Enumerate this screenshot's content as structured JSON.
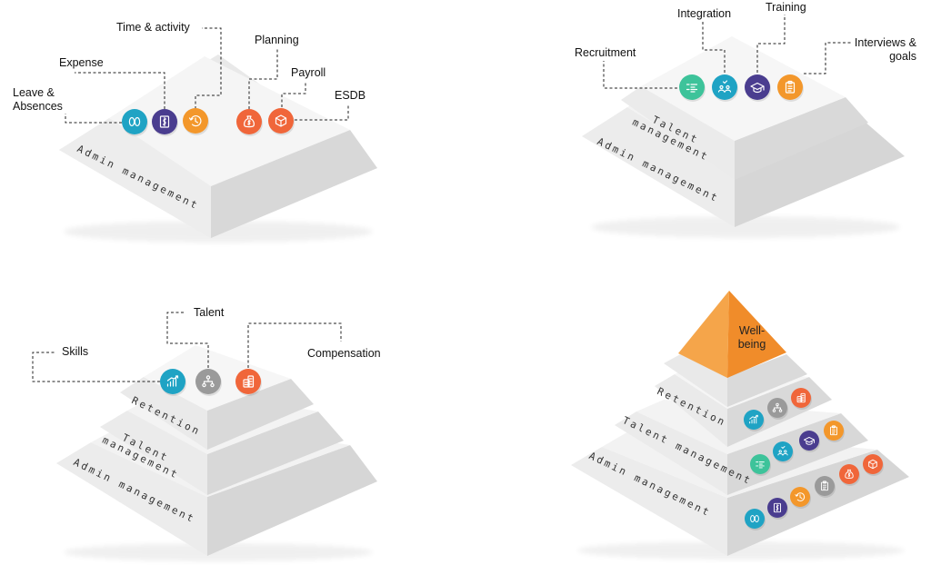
{
  "panel1": {
    "callouts": {
      "time_activity": "Time & activity",
      "expense": "Expense",
      "planning": "Planning",
      "payroll": "Payroll",
      "leave": "Leave &\nAbsences",
      "esdb": "ESDB"
    },
    "layer": "Admin management"
  },
  "panel2": {
    "callouts": {
      "integration": "Integration",
      "training": "Training",
      "recruitment": "Recruitment",
      "interviews": "Interviews &\ngoals"
    },
    "layer_talent": "Talent\nmanagement",
    "layer_admin": "Admin management"
  },
  "panel3": {
    "callouts": {
      "talent": "Talent",
      "skills": "Skills",
      "compensation": "Compensation"
    },
    "layer_retention": "Retention",
    "layer_talent": "Talent\nmanagement",
    "layer_admin": "Admin management"
  },
  "panel4": {
    "peak": "Well-\nbeing",
    "layer_retention": "Retention",
    "layer_talent": "Talent management",
    "layer_admin": "Admin management"
  },
  "colors": {
    "teal": "#1fa3c4",
    "purple": "#4a3d8f",
    "orange": "#f3972b",
    "coral": "#f0663a",
    "green": "#3dc39a",
    "gray": "#9a9a9a",
    "peak": "#f08c2a"
  },
  "icons": [
    "slippers-icon",
    "receipt-icon",
    "clock-history-icon",
    "money-bag-icon",
    "box-icon",
    "checklist-icon",
    "team-icon",
    "graduation-cap-icon",
    "clipboard-icon",
    "growth-chart-icon",
    "org-chart-icon",
    "coins-icon"
  ]
}
